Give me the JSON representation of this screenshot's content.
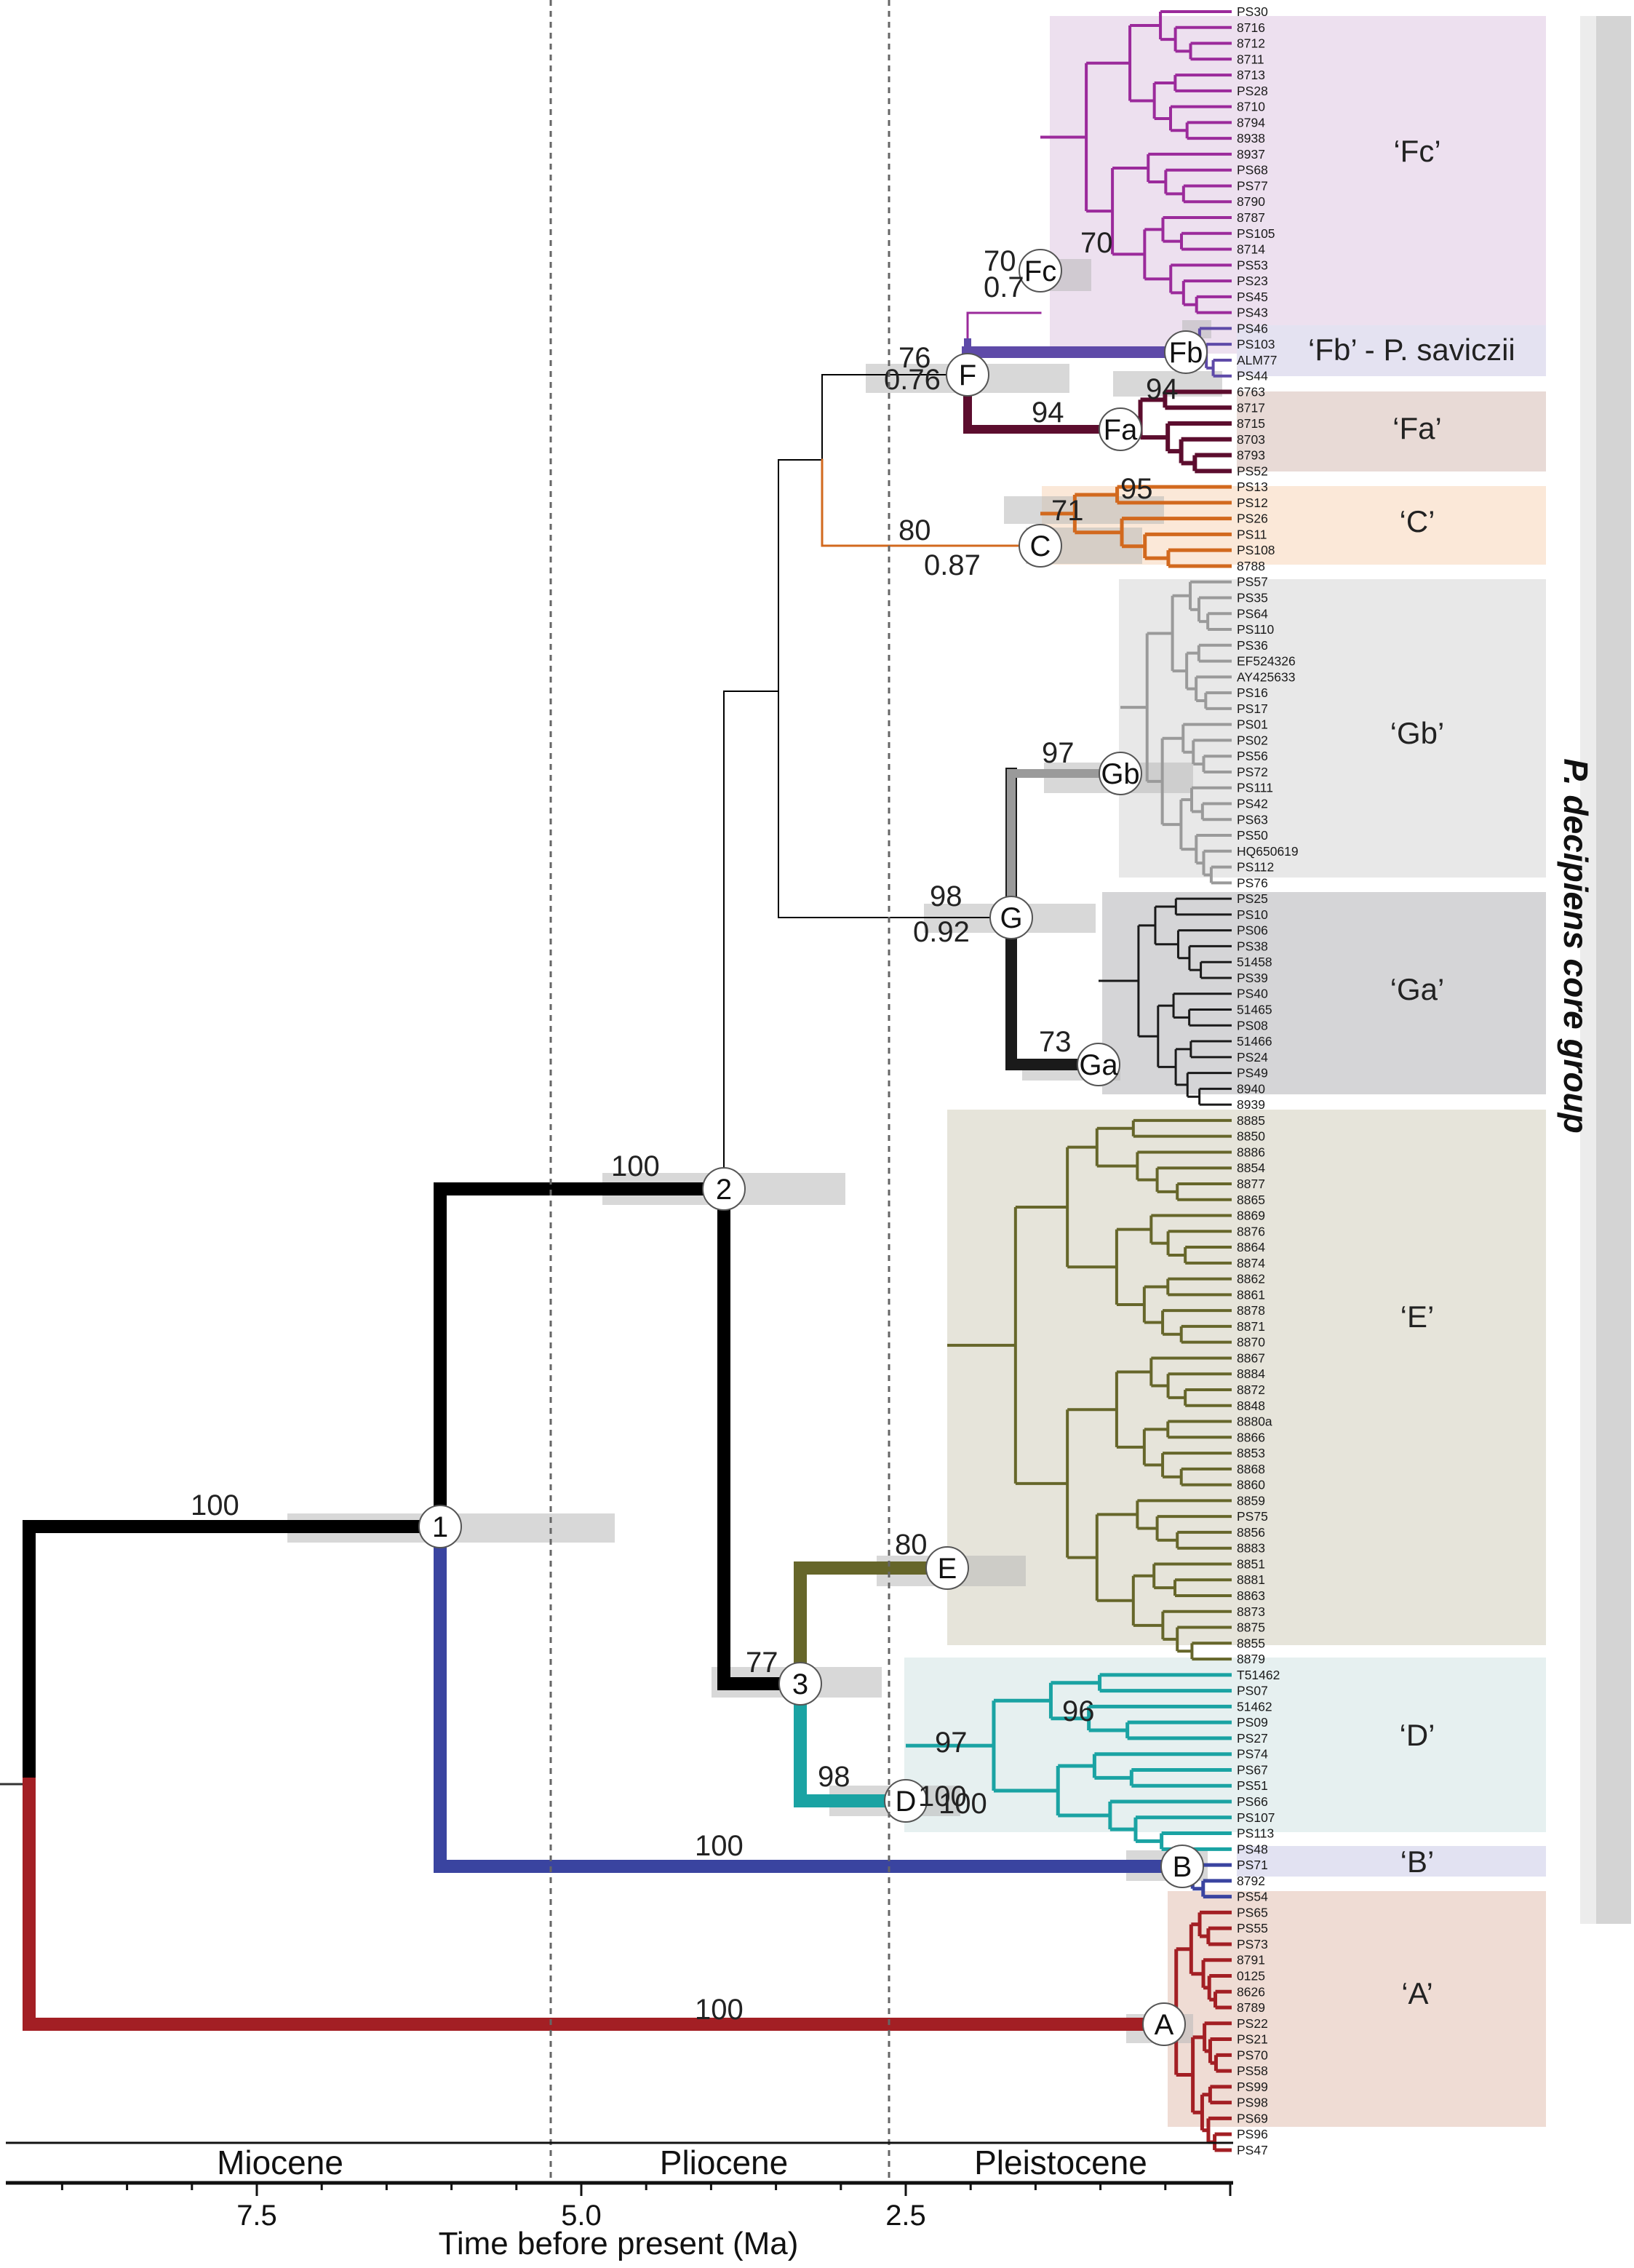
{
  "figure": {
    "axis": {
      "title": "Time before present (Ma)",
      "ticks": [
        {
          "value": 7.5,
          "label": "7.5"
        },
        {
          "value": 5.0,
          "label": "5.0"
        },
        {
          "value": 2.5,
          "label": "2.5"
        }
      ]
    },
    "epochs": [
      {
        "name": "Miocene"
      },
      {
        "name": "Pliocene"
      },
      {
        "name": "Pleistocene"
      }
    ],
    "core_group_label": "P. decipiens core group",
    "node_labels": [
      "1",
      "2",
      "3",
      "A",
      "B",
      "C",
      "D",
      "E",
      "F",
      "Fa",
      "Fb",
      "Fc",
      "G",
      "Ga",
      "Gb"
    ],
    "support_values": [
      "100",
      "100",
      "100",
      "100",
      "100",
      "77",
      "80",
      "80",
      "0.87",
      "76",
      "0.76",
      "94",
      "94",
      "95",
      "71",
      "70",
      "70",
      "0.7",
      "98",
      "0.92",
      "97",
      "73",
      "98",
      "97",
      "96",
      "100"
    ],
    "clades": [
      {
        "label": "‘Fc’",
        "color": "#9b2a9b",
        "bg": "#ede0ef",
        "tips": [
          "PS30",
          "8716",
          "8712",
          "8711",
          "8713",
          "PS28",
          "8710",
          "8794",
          "8938",
          "8937",
          "PS68",
          "PS77",
          "8790",
          "8787",
          "PS105",
          "8714",
          "PS53",
          "PS23",
          "PS45",
          "PS43"
        ]
      },
      {
        "label": "‘Fb’ - P. saviczii",
        "color": "#5e4aa8",
        "bg": "#e4e2f1",
        "tips": [
          "PS46",
          "PS103",
          "ALM77",
          "PS44"
        ]
      },
      {
        "label": "‘Fa’",
        "color": "#5c0d2e",
        "bg": "#e8dad6",
        "tips": [
          "6763",
          "8717",
          "8715",
          "8703",
          "8793",
          "PS52"
        ]
      },
      {
        "label": "‘C’",
        "color": "#d2691e",
        "bg": "#fbe8d8",
        "tips": [
          "PS13",
          "PS12",
          "PS26",
          "PS11",
          "PS108",
          "8788"
        ]
      },
      {
        "label": "‘Gb’",
        "color": "#9a9a9a",
        "bg": "#e8e8e8",
        "tips": [
          "PS57",
          "PS35",
          "PS64",
          "PS110",
          "PS36",
          "EF524326",
          "AY425633",
          "PS16",
          "PS17",
          "PS01",
          "PS02",
          "PS56",
          "PS72",
          "PS111",
          "PS42",
          "PS63",
          "PS50",
          "HQ650619",
          "PS112",
          "PS76"
        ]
      },
      {
        "label": "‘Ga’",
        "color": "#1a1a1a",
        "bg": "#d5d5d7",
        "tips": [
          "PS25",
          "PS10",
          "PS06",
          "PS38",
          "51458",
          "PS39",
          "PS40",
          "51465",
          "PS08",
          "51466",
          "PS24",
          "PS49",
          "8940",
          "8939"
        ]
      },
      {
        "label": "‘E’",
        "color": "#66662a",
        "bg": "#e6e4da",
        "tips": [
          "8885",
          "8850",
          "8886",
          "8854",
          "8877",
          "8865",
          "8869",
          "8876",
          "8864",
          "8874",
          "8862",
          "8861",
          "8878",
          "8871",
          "8870",
          "8867",
          "8884",
          "8872",
          "8848",
          "8880a",
          "8866",
          "8853",
          "8868",
          "8860",
          "8859",
          "PS75",
          "8856",
          "8883",
          "8851",
          "8881",
          "8863",
          "8873",
          "8875",
          "8855",
          "8879"
        ]
      },
      {
        "label": "‘D’",
        "color": "#1aa3a3",
        "bg": "#e6f0f0",
        "tips": [
          "T51462",
          "PS07",
          "51462",
          "PS09",
          "PS27",
          "PS74",
          "PS67",
          "PS51",
          "PS66",
          "PS107",
          "PS113",
          "PS48"
        ]
      },
      {
        "label": "‘B’",
        "color": "#3a44a0",
        "bg": "#e2e2f2",
        "tips": [
          "PS71",
          "8792",
          "PS54"
        ]
      },
      {
        "label": "‘A’",
        "color": "#a31f24",
        "bg": "#efdcd4",
        "tips": [
          "PS65",
          "PS55",
          "PS73",
          "8791",
          "0125",
          "8626",
          "8789",
          "PS22",
          "PS21",
          "PS70",
          "PS58",
          "PS99",
          "PS98",
          "PS69",
          "PS96",
          "PS47"
        ]
      }
    ]
  }
}
